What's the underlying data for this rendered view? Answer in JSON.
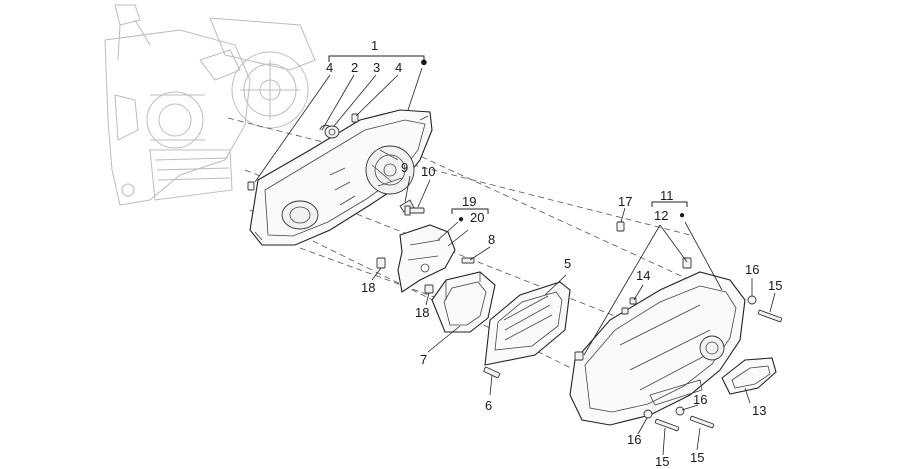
{
  "callouts": {
    "c1": "1",
    "c2": "2",
    "c3": "3",
    "c4a": "4",
    "c4b": "4",
    "c5": "5",
    "c6": "6",
    "c7": "7",
    "c8": "8",
    "c9": "9",
    "c10": "10",
    "c11": "11",
    "c12": "12",
    "c13": "13",
    "c14": "14",
    "c15a": "15",
    "c15b": "15",
    "c15c": "15",
    "c16a": "16",
    "c16b": "16",
    "c16c": "16",
    "c17": "17",
    "c18a": "18",
    "c18b": "18",
    "c19": "19",
    "c20": "20"
  },
  "bullet_marker": "●"
}
